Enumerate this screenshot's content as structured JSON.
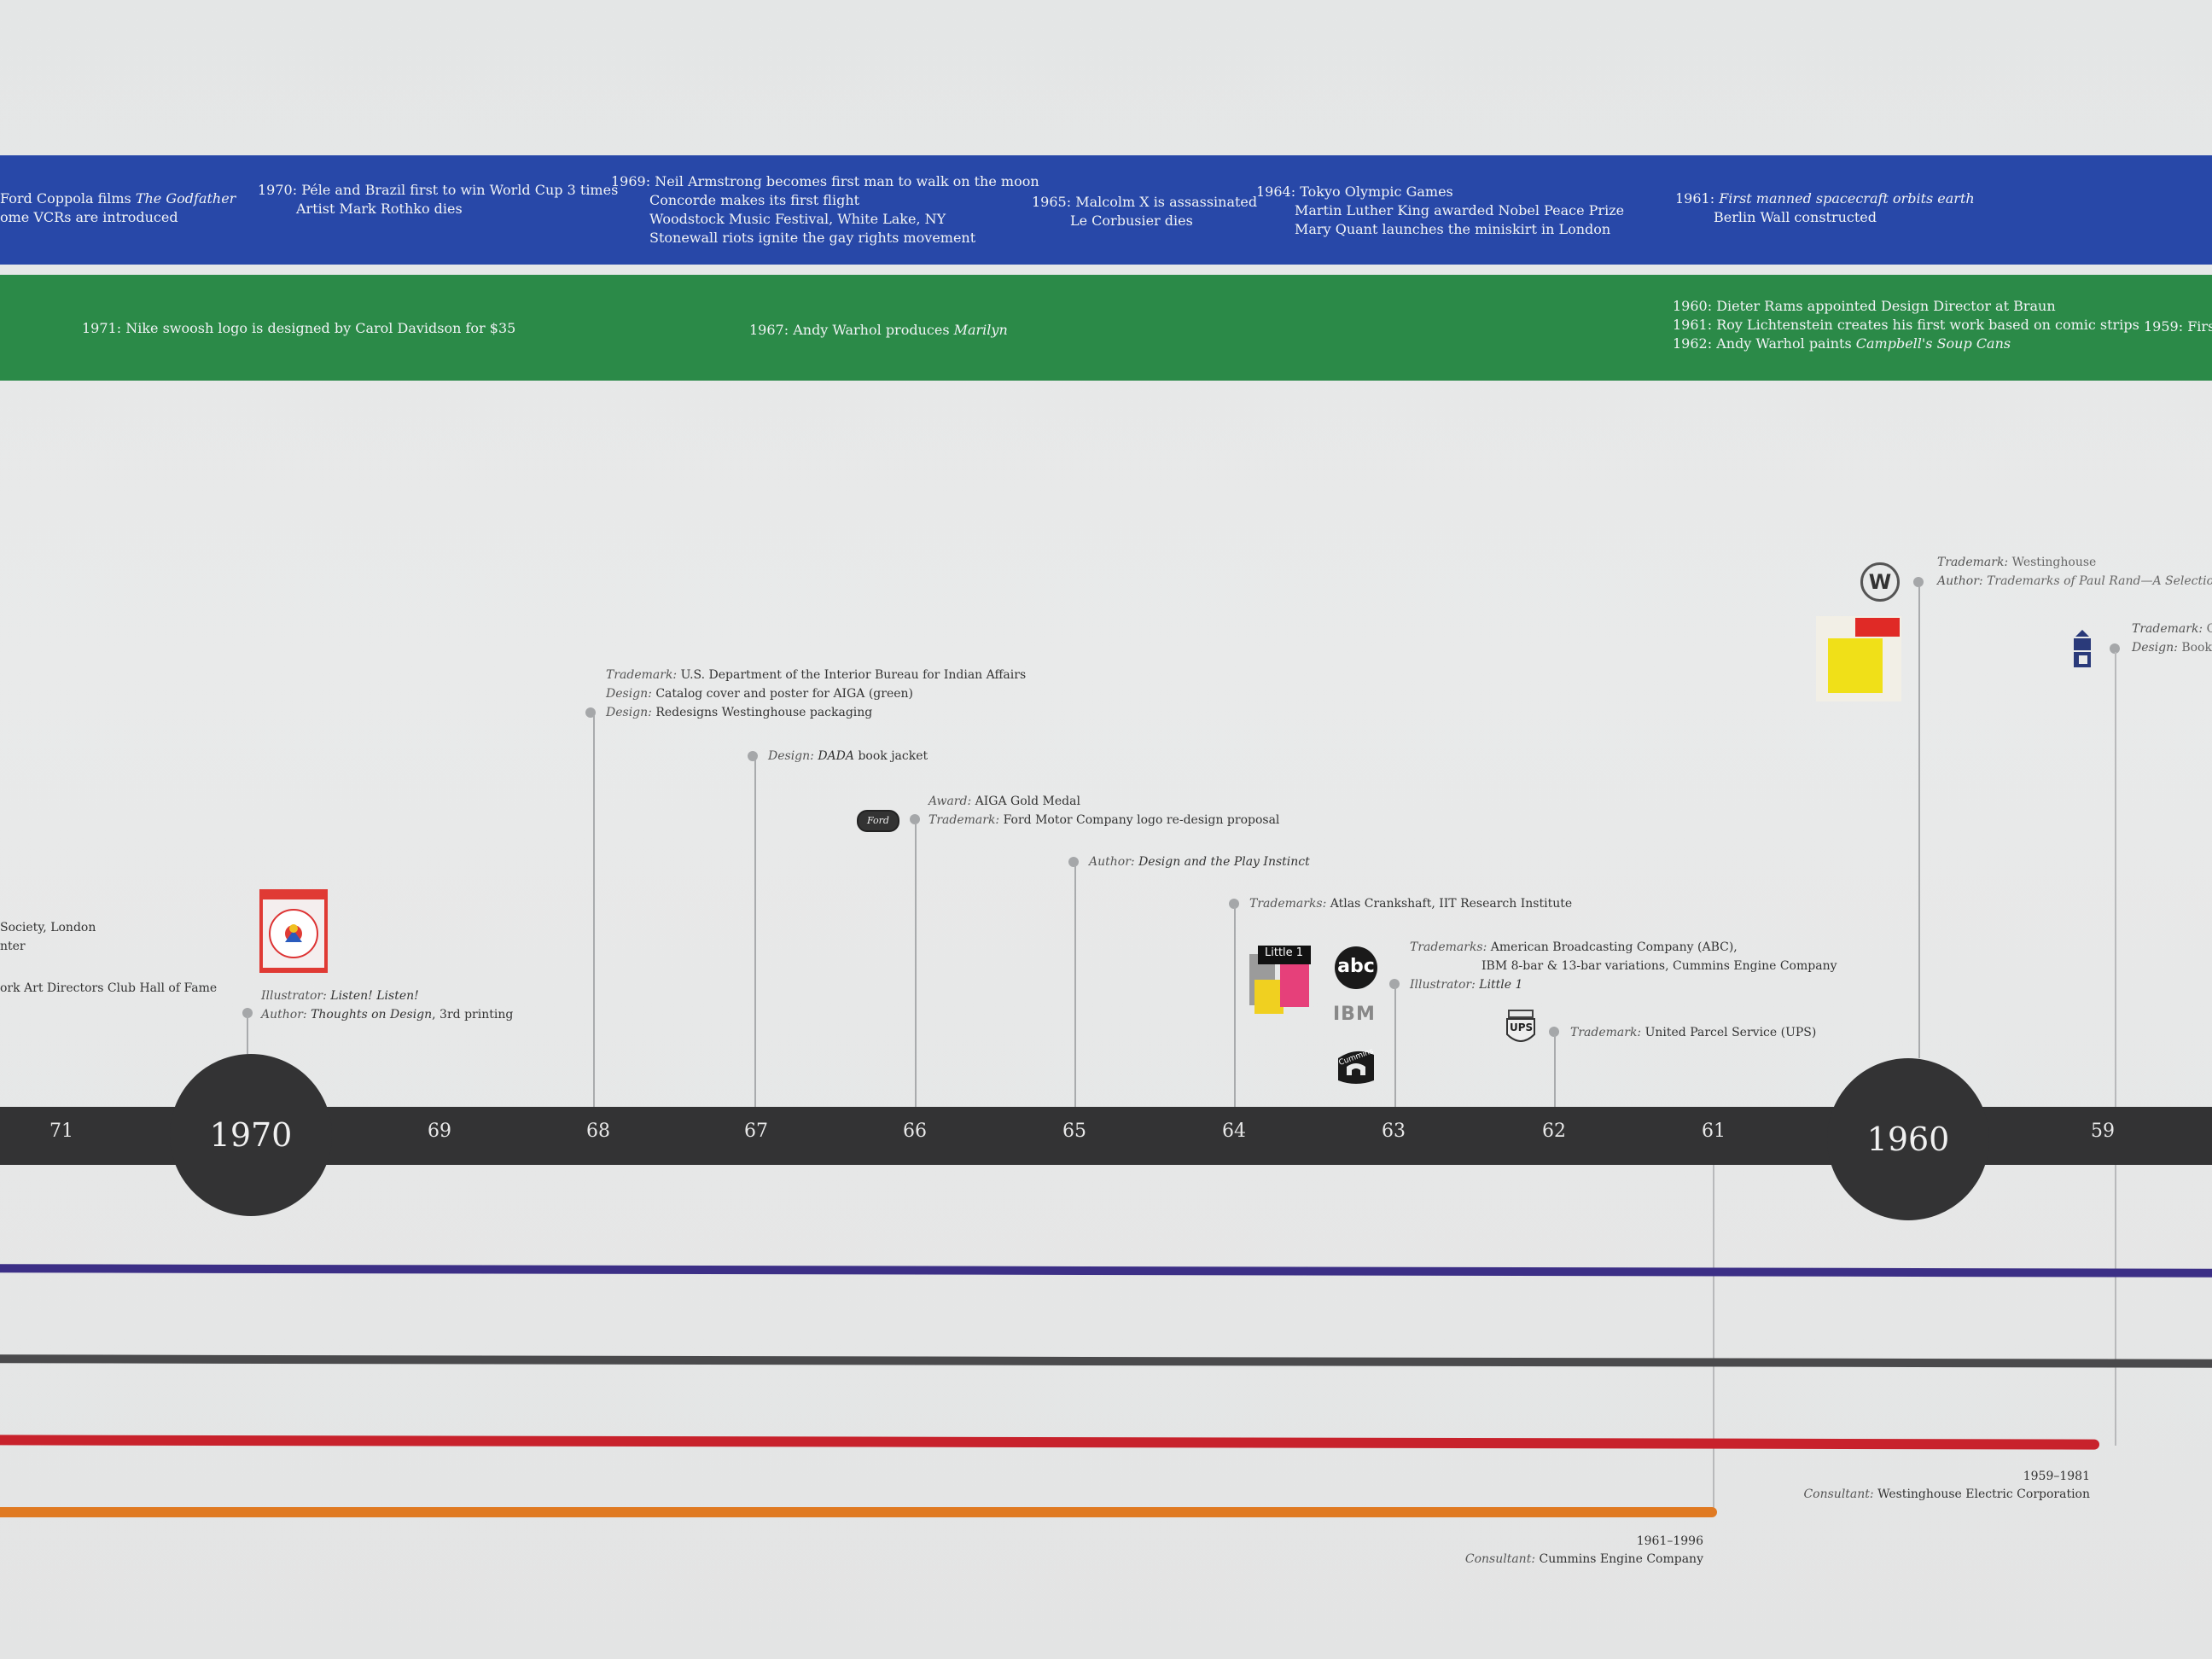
{
  "world_events": [
    {
      "lines": [
        "Ford Coppola films ",
        "ome VCRs are introduced"
      ],
      "film": "The Godfather"
    },
    {
      "year": "1970:",
      "lines": [
        "Péle and Brazil first to win World Cup 3 times",
        "Artist Mark Rothko dies"
      ]
    },
    {
      "year": "1969:",
      "lines": [
        "Neil Armstrong becomes first man to walk on the moon",
        "Concorde makes its first flight",
        "Woodstock Music Festival, White Lake, NY",
        "Stonewall riots ignite the gay rights movement"
      ]
    },
    {
      "year": "1965:",
      "lines": [
        "Malcolm X is assassinated",
        "Le Corbusier dies"
      ]
    },
    {
      "year": "1964:",
      "lines": [
        "Tokyo Olympic Games",
        "Martin Luther King awarded Nobel Peace Prize",
        "Mary Quant launches the miniskirt in London"
      ]
    },
    {
      "year": "1961:",
      "lines": [
        "First manned spacecraft orbits earth",
        "Berlin Wall constructed"
      ]
    }
  ],
  "design_events": {
    "nike": {
      "year": "1971:",
      "text": "Nike swoosh logo is designed by Carol Davidson for $35"
    },
    "warhol": {
      "year": "1967:",
      "text": "Andy Warhol produces ",
      "work": "Marilyn"
    },
    "rams": {
      "year": "1960:",
      "text": "Dieter Rams appointed Design Director at Braun"
    },
    "lichtenstein": {
      "year": "1961:",
      "text": "Roy Lichtenstein creates his first work based on comic strips"
    },
    "soup": {
      "year": "1962:",
      "text": "Andy Warhol paints ",
      "work": "Campbell's Soup Cans"
    },
    "cut": {
      "year": "1959:",
      "text": "First"
    }
  },
  "rand_entries": {
    "left_a": "Society, London",
    "left_b": "nter",
    "left_c": "ork Art Directors Club Hall of Fame",
    "e1970_role1": "Illustrator:",
    "e1970_title1": "Listen! Listen!",
    "e1970_role2": "Author:",
    "e1970_title2": "Thoughts on Design",
    "e1970_text2": ", 3rd printing",
    "e68_role1": "Trademark:",
    "e68_text1": "U.S. Department of the Interior Bureau for Indian Affairs",
    "e68_role2": "Design:",
    "e68_text2": "Catalog cover and poster for AIGA (green)",
    "e68_role3": "Design:",
    "e68_text3": "Redesigns Westinghouse packaging",
    "e67_role": "Design:",
    "e67_title": "DADA",
    "e67_text": " book jacket",
    "e66_role1": "Award:",
    "e66_text1": "AIGA Gold Medal",
    "e66_role2": "Trademark:",
    "e66_text2": "Ford Motor Company logo re-design proposal",
    "e65_role": "Author:",
    "e65_title": "Design and the Play Instinct",
    "e64_role": "Trademarks:",
    "e64_text": "Atlas Crankshaft, IIT Research Institute",
    "e63_role1": "Trademarks:",
    "e63_text1": "American Broadcasting Company (ABC),",
    "e63_text1b": "IBM 8-bar & 13-bar variations, Cummins Engine Company",
    "e63_role2": "Illustrator:",
    "e63_title2": "Little 1",
    "e62_role": "Trademark:",
    "e62_text": "United Parcel Service (UPS)",
    "e60_role1": "Trademark:",
    "e60_text1": "Westinghouse",
    "e60_role2": "Author:",
    "e60_title2": "Trademarks of Paul Rand—A Selection",
    "e59_role1": "Trademark:",
    "e59_text1": "C",
    "e59_role2": "Design:",
    "e59_text2": "Book"
  },
  "logos": {
    "ford": "Ford",
    "little1": "Little 1",
    "abc": "abc",
    "ibm": "IBM",
    "cummins": "Cummins",
    "ups": "UPS",
    "westinghouse": "W"
  },
  "axis": {
    "ticks": [
      "71",
      "69",
      "68",
      "67",
      "66",
      "65",
      "64",
      "63",
      "62",
      "61",
      "59"
    ],
    "decades": [
      "1970",
      "1960"
    ]
  },
  "consulting": {
    "westinghouse": {
      "years": "1959–1981",
      "role": "Consultant:",
      "client": "Westinghouse Electric Corporation"
    },
    "cummins": {
      "years": "1961–1996",
      "role": "Consultant:",
      "client": "Cummins Engine Company"
    }
  },
  "colors": {
    "blue_band": "#2848a8",
    "green_band": "#2b8a48",
    "axis": "#333334",
    "purple_track": "#3c2f86",
    "gray_track": "#4a4a4c",
    "red_track": "#c8222c",
    "orange_track": "#e07a22"
  }
}
